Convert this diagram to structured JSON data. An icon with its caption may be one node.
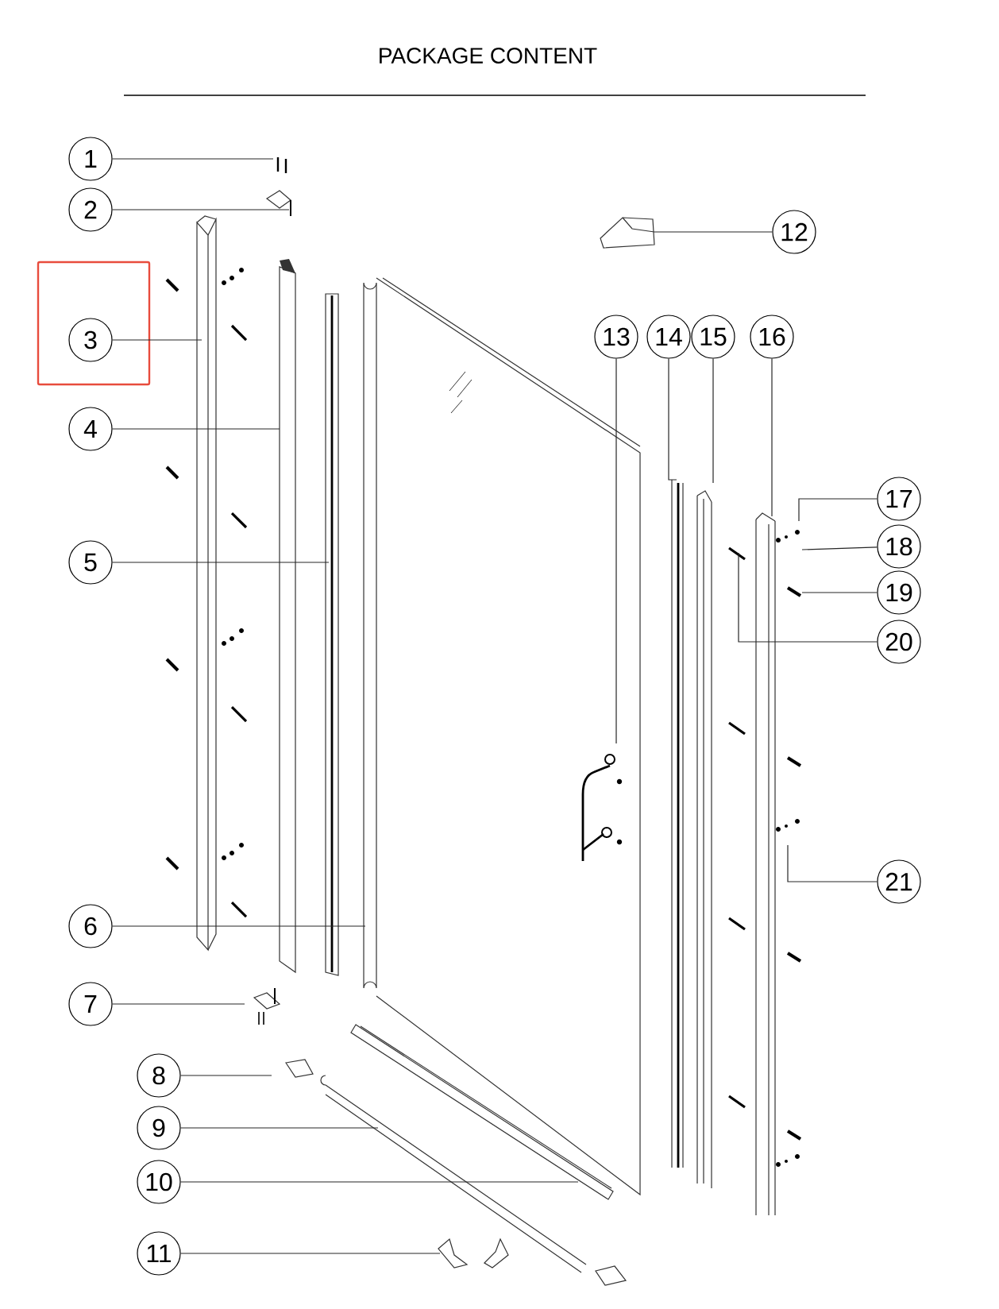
{
  "diagram": {
    "title": "PACKAGE CONTENT",
    "nodes": [
      {
        "text": [
          "1"
        ]
      },
      {
        "text": [
          "2"
        ]
      },
      {
        "text": [
          "3"
        ]
      },
      {
        "text": [
          "4"
        ]
      },
      {
        "text": [
          "5"
        ]
      },
      {
        "text": [
          "6"
        ]
      },
      {
        "text": [
          "7"
        ]
      },
      {
        "text": [
          "8"
        ]
      },
      {
        "text": [
          "9"
        ]
      },
      {
        "text": [
          "10"
        ]
      },
      {
        "text": [
          "11"
        ]
      },
      {
        "text": [
          "12"
        ]
      },
      {
        "text": [
          "13"
        ]
      },
      {
        "text": [
          "14"
        ]
      },
      {
        "text": [
          "15"
        ]
      },
      {
        "text": [
          "16"
        ]
      },
      {
        "text": [
          "17"
        ]
      },
      {
        "text": [
          "18"
        ]
      },
      {
        "text": [
          "19"
        ]
      },
      {
        "text": [
          "20"
        ]
      },
      {
        "text": [
          "21"
        ]
      }
    ],
    "edges": [
      {
        "from": 0,
        "to": null,
        "arrow": "none"
      },
      {
        "from": 1,
        "to": null,
        "arrow": "none"
      },
      {
        "from": 2,
        "to": null,
        "arrow": "none"
      },
      {
        "from": 3,
        "to": null,
        "arrow": "none"
      },
      {
        "from": 4,
        "to": null,
        "arrow": "none"
      },
      {
        "from": 5,
        "to": null,
        "arrow": "none"
      },
      {
        "from": 6,
        "to": null,
        "arrow": "none"
      },
      {
        "from": 7,
        "to": null,
        "arrow": "none"
      },
      {
        "from": 8,
        "to": null,
        "arrow": "none"
      },
      {
        "from": 9,
        "to": null,
        "arrow": "none"
      },
      {
        "from": 10,
        "to": null,
        "arrow": "none"
      },
      {
        "from": 11,
        "to": null,
        "arrow": "none"
      },
      {
        "from": 12,
        "to": null,
        "arrow": "none"
      },
      {
        "from": 13,
        "to": null,
        "arrow": "none"
      },
      {
        "from": 14,
        "to": null,
        "arrow": "none"
      },
      {
        "from": 15,
        "to": null,
        "arrow": "none"
      },
      {
        "from": 16,
        "to": null,
        "arrow": "none"
      },
      {
        "from": 17,
        "to": null,
        "arrow": "none"
      },
      {
        "from": 18,
        "to": null,
        "arrow": "none"
      },
      {
        "from": 19,
        "to": null,
        "arrow": "none"
      },
      {
        "from": 20,
        "to": null,
        "arrow": "none"
      }
    ]
  }
}
